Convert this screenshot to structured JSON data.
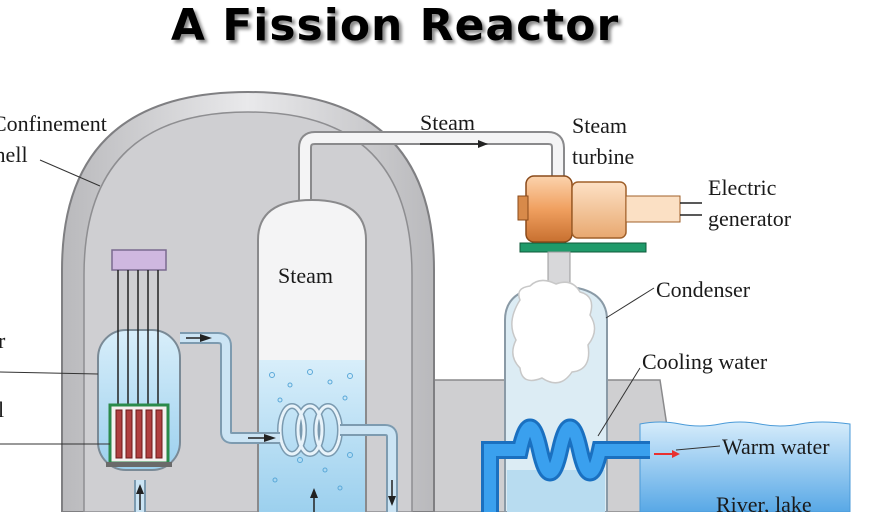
{
  "title": "A Fission Reactor",
  "labels": {
    "confinement_line1": "Confinement",
    "confinement_line2": "shell",
    "steam_pipe": "Steam",
    "turbine_line1": "Steam",
    "turbine_line2": "turbine",
    "generator_line1": "Electric",
    "generator_line2": "generator",
    "steam_generator": "Steam",
    "condenser": "Condenser",
    "cooling_water": "Cooling water",
    "warm_water": "Warm water",
    "river_lake": "River, lake",
    "left_cut_1": "r",
    "left_cut_2": "l"
  },
  "colors": {
    "shell": "#d4d4d6",
    "water": "#c8e4f4",
    "cooling": "#2a8de0",
    "river": "#6fb8ec",
    "turbine": "#f0a060",
    "base": "#1f9a6a",
    "rods": "#b04040"
  }
}
